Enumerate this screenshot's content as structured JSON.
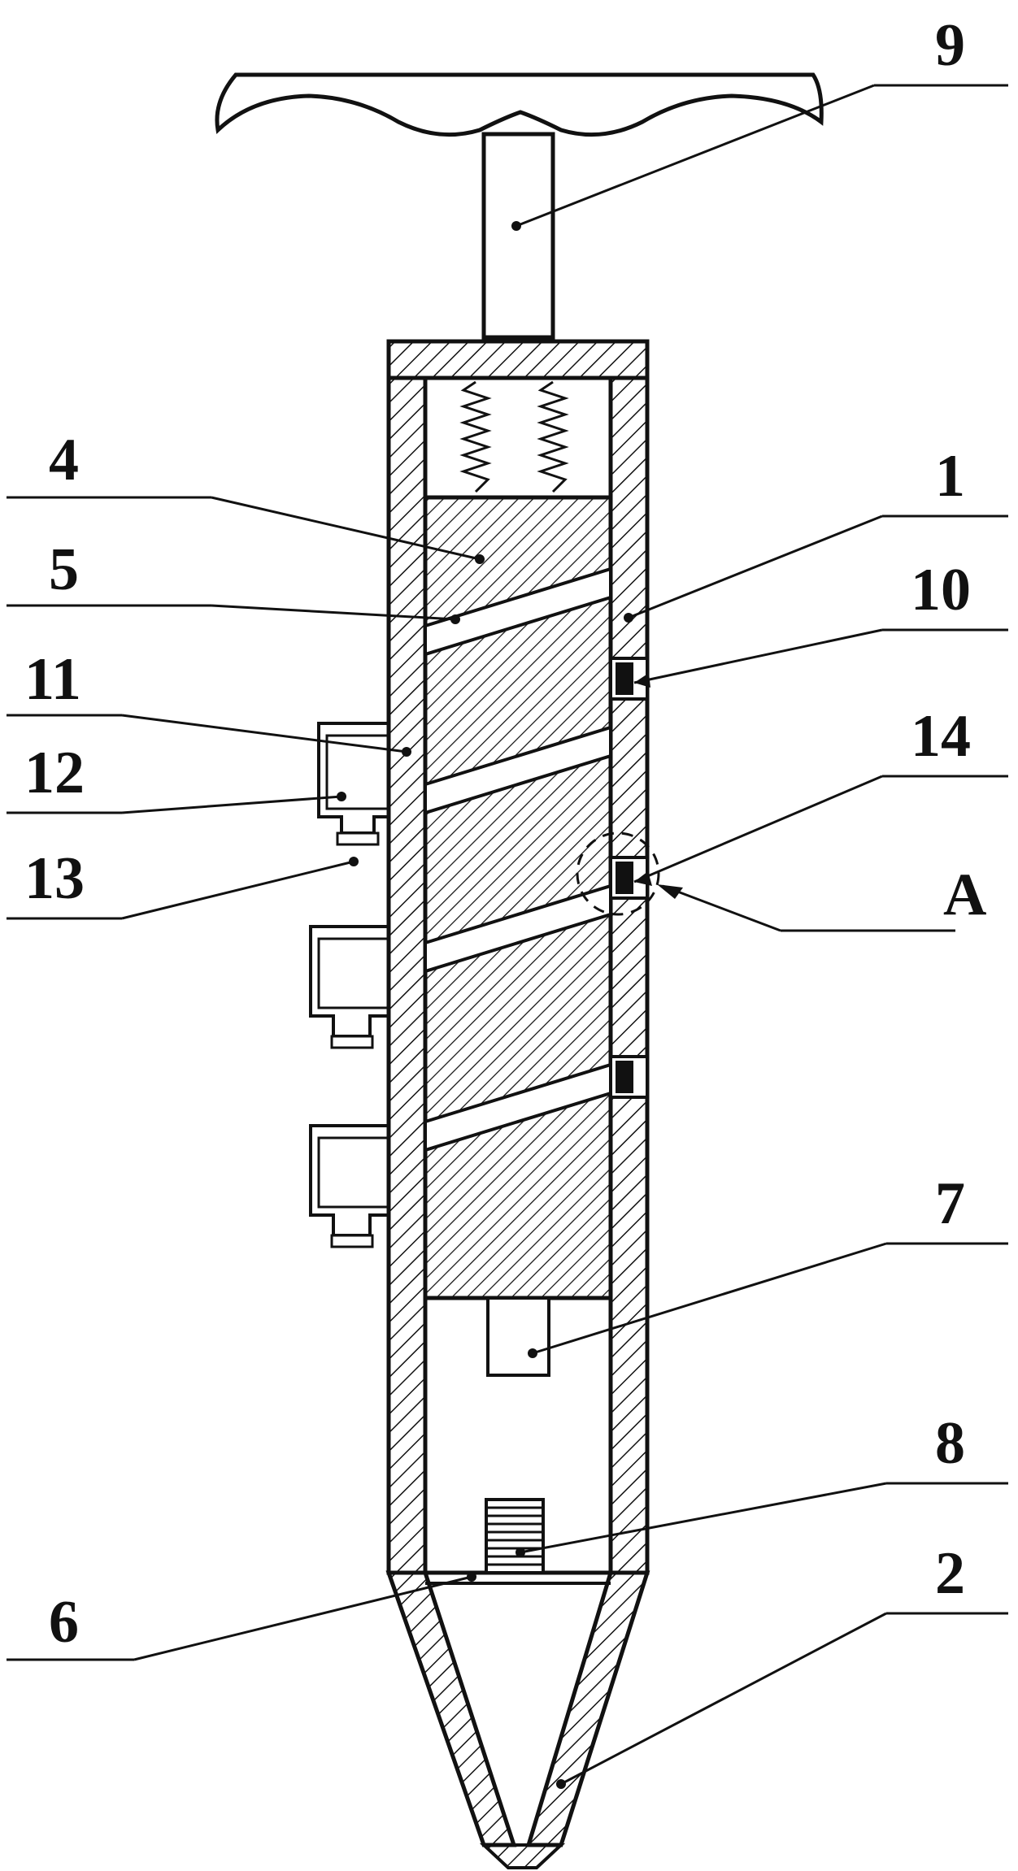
{
  "diagram": {
    "callouts": [
      {
        "id": "c9",
        "label": "9"
      },
      {
        "id": "c4",
        "label": "4"
      },
      {
        "id": "c1",
        "label": "1"
      },
      {
        "id": "c5",
        "label": "5"
      },
      {
        "id": "c10",
        "label": "10"
      },
      {
        "id": "c11",
        "label": "11"
      },
      {
        "id": "c14",
        "label": "14"
      },
      {
        "id": "c12",
        "label": "12"
      },
      {
        "id": "c13",
        "label": "13"
      },
      {
        "id": "cA",
        "label": "A"
      },
      {
        "id": "c7",
        "label": "7"
      },
      {
        "id": "c8",
        "label": "8"
      },
      {
        "id": "c2",
        "label": "2"
      },
      {
        "id": "c6",
        "label": "6"
      }
    ],
    "colors": {
      "line": "#111111",
      "background": "#ffffff"
    }
  }
}
